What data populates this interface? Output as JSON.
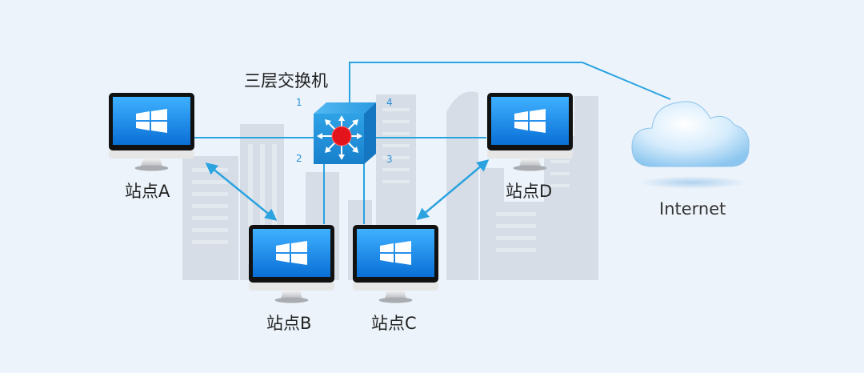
{
  "switch": {
    "title": "三层交换机",
    "ports": [
      "1",
      "2",
      "3",
      "4"
    ]
  },
  "stations": [
    {
      "id": "A",
      "label": "站点A"
    },
    {
      "id": "B",
      "label": "站点B"
    },
    {
      "id": "C",
      "label": "站点C"
    },
    {
      "id": "D",
      "label": "站点D"
    }
  ],
  "internet": {
    "label": "Internet"
  },
  "colors": {
    "background": "#ecf3fb",
    "link": "#2aa3df",
    "switch_body": "#1e90d6",
    "switch_hub": "#e3141c",
    "screen": "#1688e6",
    "buildings": "#d7dde6"
  }
}
